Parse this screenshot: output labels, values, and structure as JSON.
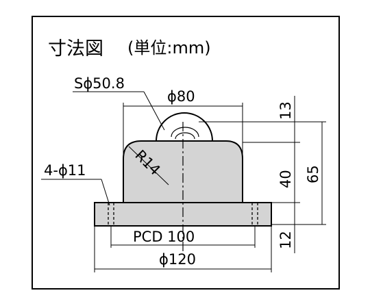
{
  "title": "寸法図",
  "unit_note": "(単位:mm)",
  "dimensions": {
    "sphere": "Sϕ50.8",
    "top_dia": "ϕ80",
    "radius": "R14",
    "holes": "4-ϕ11",
    "pcd": "PCD 100",
    "base_dia": "ϕ120",
    "h_sphere": "13",
    "h_body": "40",
    "h_total": "65",
    "h_flange": "12"
  }
}
